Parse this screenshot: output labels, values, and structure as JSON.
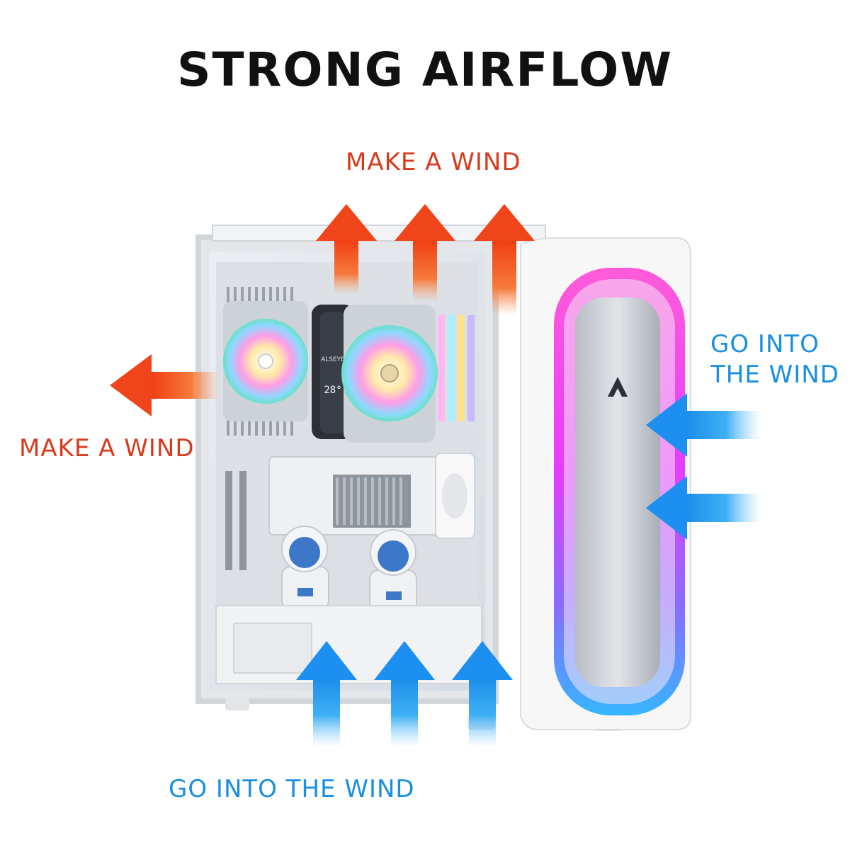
{
  "title": "STRONG AIRFLOW",
  "labels": {
    "exhaust_top": "MAKE A WIND",
    "exhaust_rear": "MAKE A WIND",
    "intake_front_line1": "GO INTO",
    "intake_front_line2": "THE WIND",
    "intake_bottom": "GO INTO THE WIND"
  },
  "product": {
    "cooler_brand": "ALSEYE",
    "cooler_display": "28°"
  },
  "colors": {
    "exhaust": "#f4501c",
    "intake": "#1d9af0",
    "case": "#f3f3f3",
    "rgb_top": "#ff3cf0",
    "rgb_bottom": "#3aa8ff"
  }
}
